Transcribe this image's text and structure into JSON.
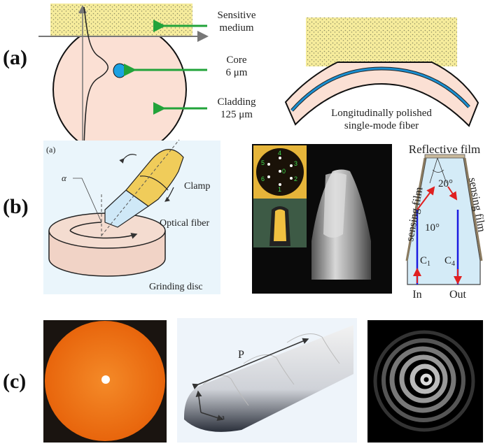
{
  "panels": {
    "a": {
      "label": "(a)",
      "sensitive": [
        "Sensitive",
        "medium"
      ],
      "core": [
        "Core",
        "6 μm"
      ],
      "cladding": [
        "Cladding",
        "125 μm"
      ],
      "polished": [
        "Longitudinally polished",
        "single-mode fiber"
      ]
    },
    "b": {
      "label": "(b)",
      "sublabel": "(a)",
      "alpha": "α",
      "clamp": "Clamp",
      "optical_fiber": "Optical fiber",
      "grinding_disc": "Grinding disc",
      "core_numbers": [
        "0",
        "1",
        "2",
        "3",
        "4",
        "5",
        "6"
      ],
      "reflective_film": "Reflective film",
      "sensing_film": "sensing film",
      "angle_top": "20°",
      "angle_side": "10°",
      "c1": "C",
      "c1_sub": "1",
      "c4": "C",
      "c4_sub": "4",
      "in": "In",
      "out": "Out"
    },
    "c": {
      "label": "(c)",
      "pitch": "P",
      "a": "a"
    }
  },
  "colors": {
    "sensitive_medium": "#f6ec9c",
    "cladding": "#fbe0d4",
    "core": "#1ba1e2",
    "arrow_green": "#22a33a",
    "clamp": "#f0cc5a",
    "fiber_light_blue": "#cfe8f7",
    "disc": "#f1d3c6",
    "ray_blue": "#1a1ae0",
    "ray_red": "#e02020",
    "orange_endface": "#f07a18"
  }
}
